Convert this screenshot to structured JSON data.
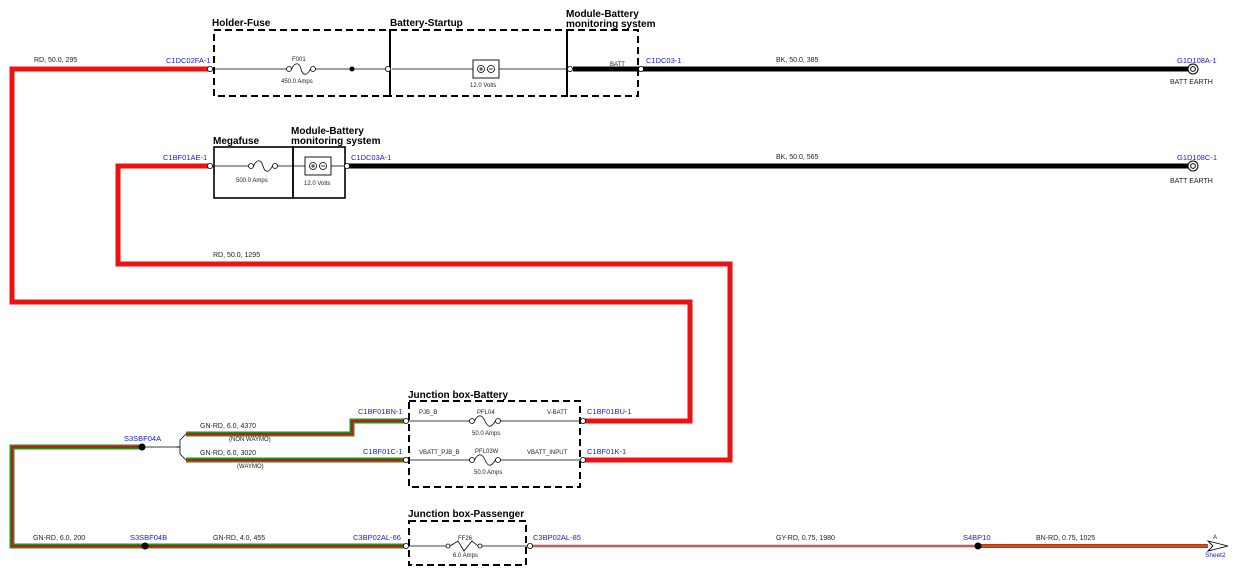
{
  "boxes": {
    "holder_fuse": "Holder-Fuse",
    "battery_startup": "Battery-Startup",
    "mbms1_line1": "Module-Battery",
    "mbms1_line2": "monitoring system",
    "megafuse": "Megafuse",
    "mbms2_line1": "Module-Battery",
    "mbms2_line2": "monitoring system",
    "jb_battery": "Junction box-Battery",
    "jb_passenger": "Junction box-Passenger"
  },
  "components": {
    "f001": "F001",
    "f001_rating": "450.0 Amps",
    "battery_volts": "12.0 Volts",
    "batt_pin": "BATT",
    "megafuse_rating": "500.0 Amps",
    "mbms2_volts": "12.0 Volts",
    "pjb_b": "PJB_B",
    "pfl04": "PFL04",
    "pfl04_rating": "50.0 Amps",
    "v_batt": "V-BATT",
    "vbatt_pjb_b": "VBATT_PJB_B",
    "pfl03w": "PFL03W",
    "pfl03w_rating": "50.0 Amps",
    "vbatt_input": "VBATT_INPUT",
    "ff26": "FF26",
    "ff26_rating": "6.0 Amps"
  },
  "connectors": {
    "c1dc02fa": "C1DC02FA-1",
    "c1dc03": "C1DC03-1",
    "g1d108a": "G1D108A-1",
    "c1bf01ae": "C1BF01AE-1",
    "c1dc03a": "C1DC03A-1",
    "g1d108c": "G1D108C-1",
    "c1bf01bn": "C1BF01BN-1",
    "c1bf01c": "C1BF01C-1",
    "c1bf01bu": "C1BF01BU-1",
    "c1bf01k": "C1BF01K-1",
    "s3sbf04a": "S3SBF04A",
    "s3sbf04b": "S3SBF04B",
    "c3bp02al66": "C3BP02AL-66",
    "c3bp02al85": "C3BP02AL-85",
    "s4bp10": "S4BP10",
    "sheet_letter": "A",
    "sheet_ref": "Sheet2"
  },
  "grounds": {
    "g1": "BATT EARTH",
    "g2": "BATT EARTH"
  },
  "wires": {
    "w_rd_295": "RD,  50.0,  295",
    "w_bk_385": "BK,  50.0,  385",
    "w_bk_565": "BK,  50.0,  565",
    "w_rd_1295": "RD,  50.0,  1295",
    "w_gnrd_4370": "GN-RD,  6.0,  4370",
    "w_non_waymo": "(NON WAYMO)",
    "w_gnrd_3020": "GN-RD,  6.0,  3020",
    "w_waymo": "(WAYMO)",
    "w_gnrd_200": "GN-RD,  6.0,  200",
    "w_gnrd_455": "GN-RD,  4.0,  455",
    "w_gyrd_1980": "GY-RD,  0.75,  1980",
    "w_bnrd_1025": "BN-RD,  0.75,  1025"
  },
  "colors": {
    "red_wire": "#ee1111",
    "black_wire": "#000000",
    "gn_rd_outer": "#2f8a1f",
    "gn_rd_inner": "#b2201a",
    "gy_rd_outer": "#d8d8d8",
    "gy_rd_inner": "#d42b2b",
    "bn_rd": "#b23a12",
    "connector_text": "#1a1ad6"
  }
}
